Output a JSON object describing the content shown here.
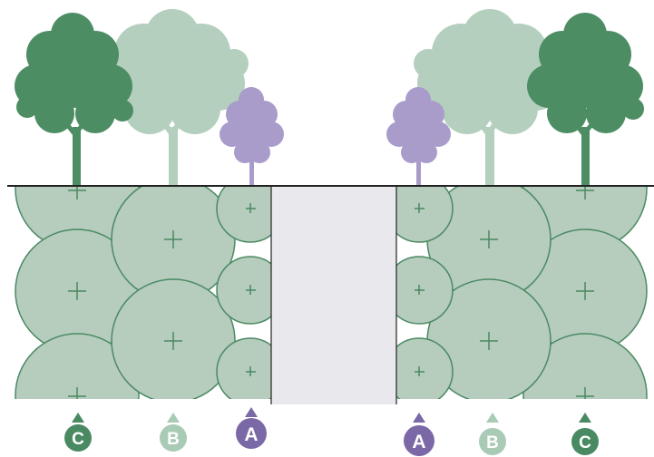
{
  "markers": [
    {
      "label": "C",
      "color": "#4a8a63"
    },
    {
      "label": "B",
      "color": "#a9cbb5"
    },
    {
      "label": "A",
      "color": "#7b68a6"
    },
    {
      "label": "A",
      "color": "#7b68a6"
    },
    {
      "label": "B",
      "color": "#a9cbb5"
    },
    {
      "label": "C",
      "color": "#4a8a63"
    }
  ],
  "colors": {
    "dark_tree": "#4c8d63",
    "light_tree": "#b4cfbe",
    "purple_tree": "#a99ccb",
    "root_fill": "#b6ccbd",
    "root_stroke": "#4a8a63",
    "center_zone": "#e9e9ed",
    "ground": "#222222"
  },
  "icons": {
    "root_center": "plus-icon",
    "direction": "arrow-up-icon"
  }
}
